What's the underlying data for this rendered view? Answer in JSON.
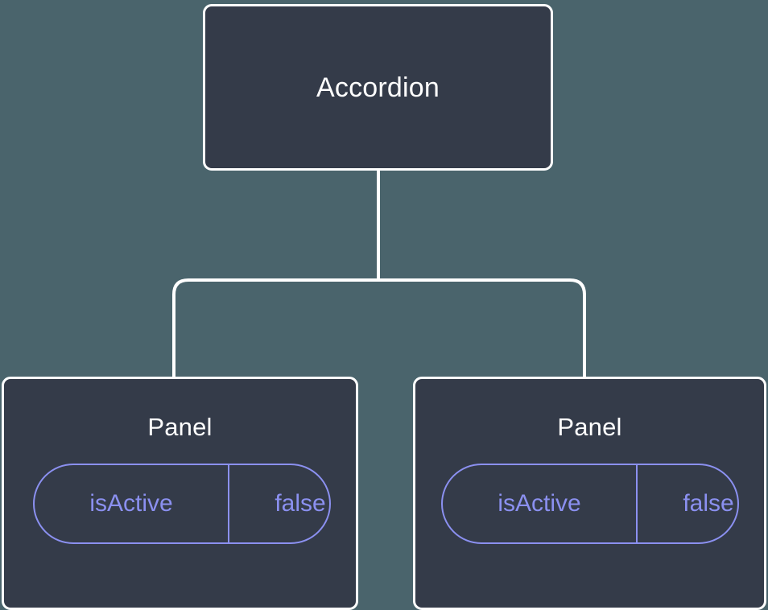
{
  "canvas": {
    "background_color": "#4a646c",
    "node_fill_color": "#343b49",
    "node_border_color": "#ffffff",
    "connector_color": "#ffffff",
    "accent_color": "#8b90f0",
    "title_color": "#ffffff"
  },
  "tree": {
    "root": {
      "label": "Accordion"
    },
    "children": [
      {
        "label": "Panel",
        "state": {
          "key": "isActive",
          "value": "false"
        }
      },
      {
        "label": "Panel",
        "state": {
          "key": "isActive",
          "value": "false"
        }
      }
    ]
  }
}
